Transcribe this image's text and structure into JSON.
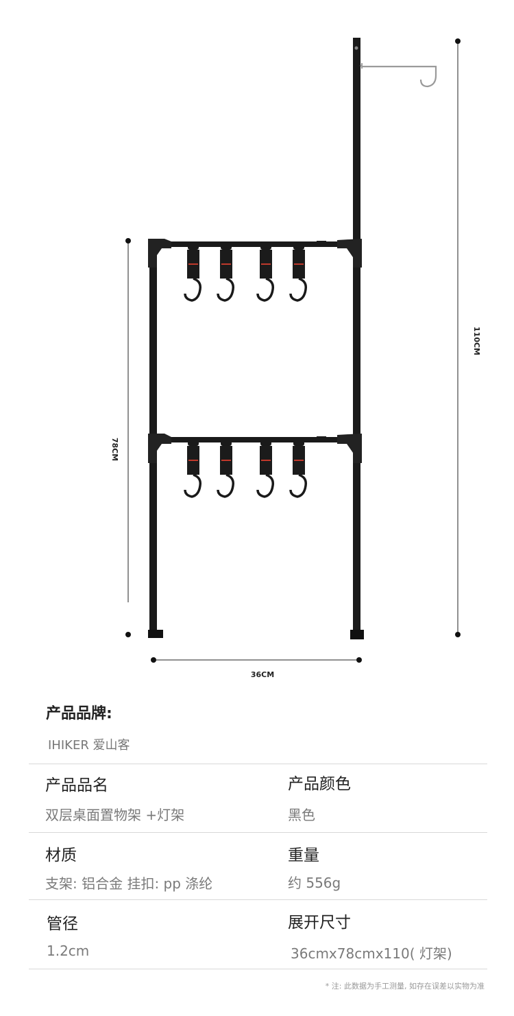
{
  "dimensions": {
    "total_height": "110CM",
    "shelf_height": "78CM",
    "width": "36CM"
  },
  "brand": {
    "label": "产品品牌:",
    "value": "IHIKER 爱山客"
  },
  "specs": {
    "product_name": {
      "label": "产品品名",
      "value": "双层桌面置物架 +灯架"
    },
    "color": {
      "label": "产品颜色",
      "value": "黑色"
    },
    "material": {
      "label": "材质",
      "value": "支架: 铝合金 挂扣: pp 涤纶"
    },
    "weight": {
      "label": "重量",
      "value": "约 556g"
    },
    "tube_diameter": {
      "label": "管径",
      "value": "1.2cm"
    },
    "unfolded_size": {
      "label": "展开尺寸",
      "value": "36cmx78cmx110( 灯架)"
    }
  },
  "footnote": "* 注: 此数据为手工测量, 如存在误差以实物为准",
  "colors": {
    "frame": "#1a1a1a",
    "strap_accent": "#c0392b",
    "lamp_hook": "#9a9a9a"
  }
}
